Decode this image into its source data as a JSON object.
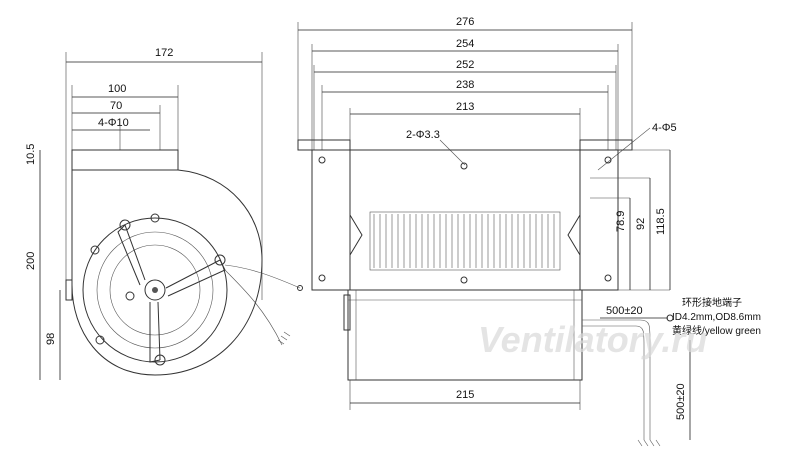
{
  "dimensions": {
    "left_view": {
      "overall_width": "172",
      "outlet_width": "100",
      "hole_spacing": "70",
      "mount_holes": "4-Φ10",
      "flange_height": "10.5",
      "outlet_height": "200",
      "shaft_height": "98"
    },
    "right_view": {
      "w276": "276",
      "w254": "254",
      "w252": "252",
      "w238": "238",
      "w213": "213",
      "small_holes": "2-Φ3.3",
      "corner_holes": "4-Φ5",
      "h78_9": "78.9",
      "h92": "92",
      "h118_5": "118.5",
      "housing_width": "215",
      "lead_length_horizontal": "500±20",
      "lead_length_vertical": "500±20"
    }
  },
  "annotations": {
    "ground_terminal_cn": "环形接地端子",
    "ground_terminal_spec": "ID4.2mm,OD8.6mm",
    "ground_wire": "黄绿线/yellow green"
  },
  "watermark": "Ventilatory.ru"
}
